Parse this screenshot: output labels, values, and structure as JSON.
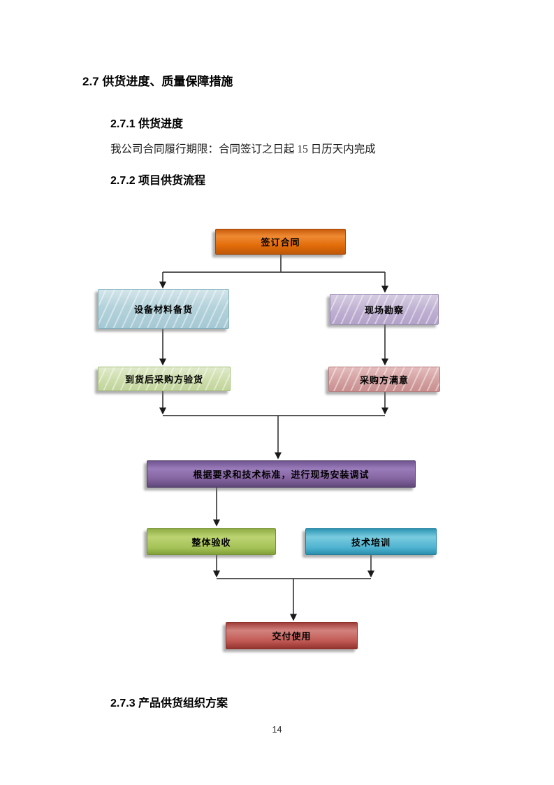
{
  "document": {
    "section_title": "2.7 供货进度、质量保障措施",
    "sub1_title": "2.7.1 供货进度",
    "sub1_body": "我公司合同履行期限：合同签订之日起 15 日历天内完成",
    "sub2_title": "2.7.2 项目供货流程",
    "sub3_title": "2.7.3 产品供货组织方案",
    "page_number": "14"
  },
  "flowchart": {
    "line_color": "#404040",
    "arrow_color": "#1a1a1a",
    "nodes": {
      "sign_contract": {
        "label": "签订合同",
        "fill": "#e36c09"
      },
      "equipment_prep": {
        "label": "设备材料备货",
        "fill": "#b4d2db"
      },
      "site_survey": {
        "label": "现场勘察",
        "fill": "#c0b2d3"
      },
      "arrival_inspection": {
        "label": "到货后采购方验货",
        "fill": "#cdddab"
      },
      "purchaser_satisfied": {
        "label": "采购方满意",
        "fill": "#d3a0a0"
      },
      "install_debug": {
        "label": "根据要求和技术标准，进行现场安装调试",
        "fill": "#84639f"
      },
      "overall_acceptance": {
        "label": "整体验收",
        "fill": "#a4c257"
      },
      "technical_training": {
        "label": "技术培训",
        "fill": "#4eb2d0"
      },
      "delivery": {
        "label": "交付使用",
        "fill": "#c25a55"
      }
    },
    "edges": [
      {
        "from": "sign_contract",
        "to": "equipment_prep"
      },
      {
        "from": "sign_contract",
        "to": "site_survey"
      },
      {
        "from": "equipment_prep",
        "to": "arrival_inspection"
      },
      {
        "from": "site_survey",
        "to": "purchaser_satisfied"
      },
      {
        "from": "arrival_inspection",
        "to": "install_debug"
      },
      {
        "from": "purchaser_satisfied",
        "to": "install_debug"
      },
      {
        "from": "install_debug",
        "to": "overall_acceptance"
      },
      {
        "from": "overall_acceptance",
        "to": "delivery"
      },
      {
        "from": "technical_training",
        "to": "delivery"
      }
    ]
  }
}
